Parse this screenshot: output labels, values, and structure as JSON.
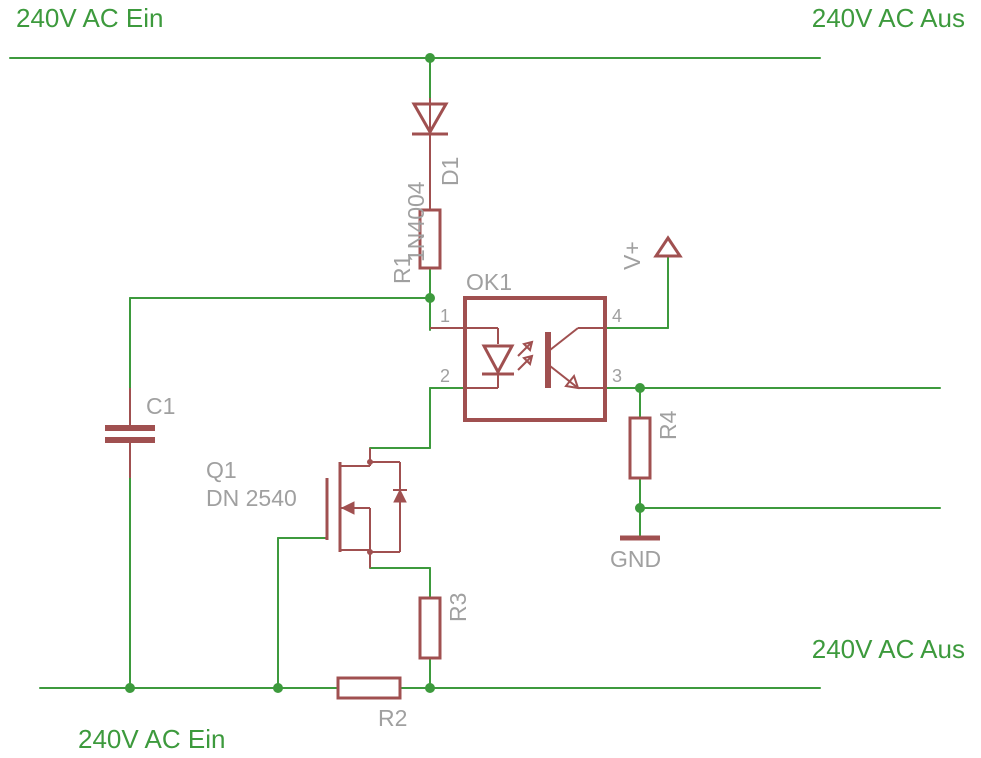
{
  "nets": {
    "top_left": "240V AC Ein",
    "top_right": "240V AC Aus",
    "bottom_right": "240V AC Aus",
    "bottom_left": "240V AC Ein"
  },
  "components": {
    "d1_name": "D1",
    "d1_value": "1N4004",
    "r1_name": "R1",
    "ok1_name": "OK1",
    "vplus": "V+",
    "c1_name": "C1",
    "q1_name": "Q1",
    "q1_value": "DN 2540",
    "r4_name": "R4",
    "gnd": "GND",
    "r3_name": "R3",
    "r2_name": "R2"
  },
  "pins": {
    "p1": "1",
    "p2": "2",
    "p3": "3",
    "p4": "4"
  },
  "colors": {
    "net": "#3d9a3d",
    "part": "#a05050",
    "label": "#a0a0a0"
  }
}
